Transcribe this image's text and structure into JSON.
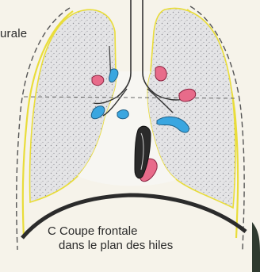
{
  "labels": {
    "top_left": "urale"
  },
  "caption": {
    "letter": "C",
    "line1": "Coupe frontale",
    "line2": "dans le plan des hiles"
  }
}
